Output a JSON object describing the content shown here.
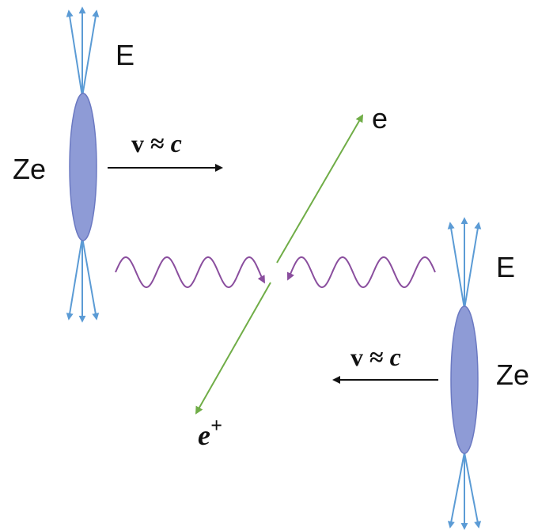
{
  "nucleus_left": {
    "charge_label": "Ze",
    "field_label": "E",
    "velocity": {
      "symbol_v": "v",
      "symbol_approx": " ≈ ",
      "symbol_c": "c"
    }
  },
  "nucleus_right": {
    "charge_label": "Ze",
    "field_label": "E",
    "velocity": {
      "symbol_v": "v",
      "symbol_approx": " ≈ ",
      "symbol_c": "c"
    }
  },
  "electron_label": "e",
  "positron_label": {
    "base": "e",
    "sup": "+"
  },
  "colors": {
    "field_lines": "#5B9BD5",
    "nucleus_fill": "#8E9BD6",
    "nucleus_stroke": "#6B79C2",
    "photon_wave": "#8A4E9E",
    "pair_tracks": "#70AD47",
    "velocity_arrows": "#111111"
  }
}
